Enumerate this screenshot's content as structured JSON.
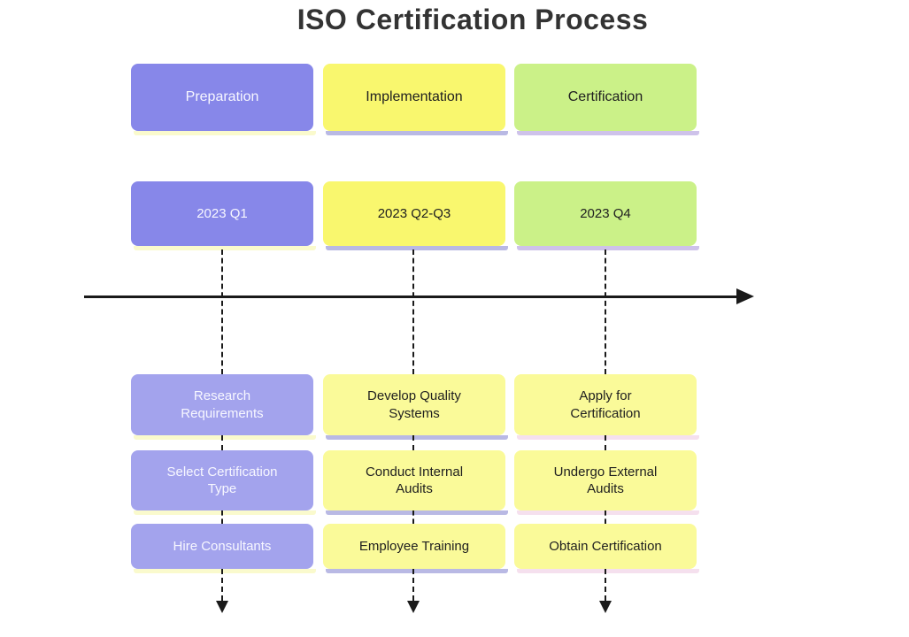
{
  "title": "ISO Certification Process",
  "timeline": {
    "axis": {
      "direction": "left-to-right",
      "color": "#1a1a1a"
    },
    "columns": [
      {
        "phase": "Preparation",
        "period": "2023 Q1",
        "tasks": [
          "Research\nRequirements",
          "Select Certification\nType",
          "Hire Consultants"
        ],
        "phase_color": "#8787e9",
        "task_color": "#a3a3ed",
        "text_color": "#f7f7ff",
        "shadow_color": "#fafacd"
      },
      {
        "phase": "Implementation",
        "period": "2023 Q2-Q3",
        "tasks": [
          "Develop Quality\nSystems",
          "Conduct Internal\nAudits",
          "Employee Training"
        ],
        "phase_color": "#f9f76e",
        "task_color": "#fafa99",
        "text_color": "#202020",
        "shadow_color": "#b9b9e4"
      },
      {
        "phase": "Certification",
        "period": "2023 Q4",
        "tasks": [
          "Apply for\nCertification",
          "Undergo External\nAudits",
          "Obtain Certification"
        ],
        "phase_color": "#cbf188",
        "task_color": "#fafa99",
        "text_color": "#202020",
        "phase_shadow_color": "#cec2ea",
        "task_shadow_color": "#f5e0ee"
      }
    ]
  },
  "colors": {
    "background": "#ffffff",
    "title": "#333333"
  }
}
